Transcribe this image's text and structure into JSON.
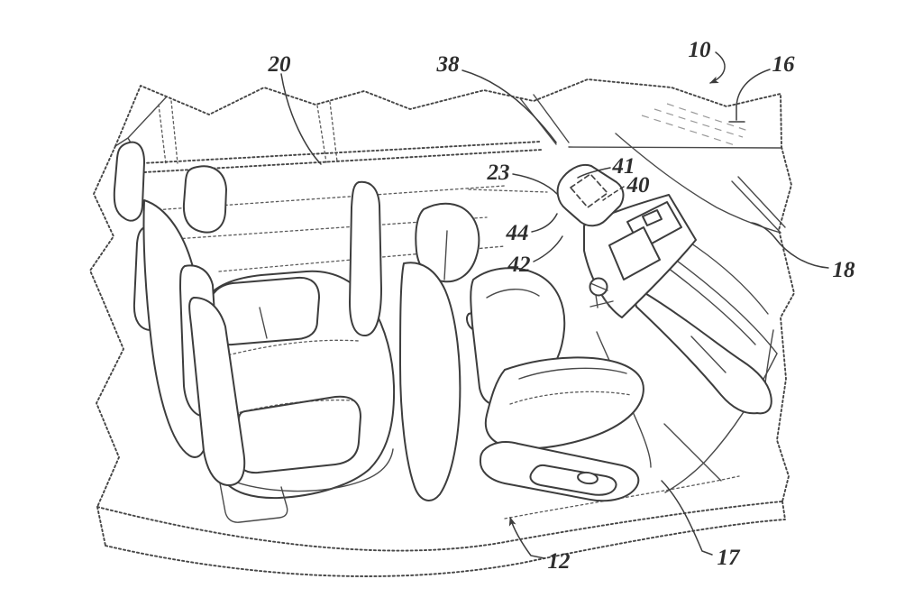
{
  "figure": {
    "kind": "patent_line_drawing",
    "background_color": "#ffffff",
    "line_color": "#3d3d3d",
    "reference_numerals": [
      "10",
      "12",
      "16",
      "17",
      "18",
      "20",
      "23",
      "38",
      "40",
      "41",
      "42",
      "44"
    ],
    "labels": [
      {
        "text": "10"
      },
      {
        "text": "16"
      },
      {
        "text": "20"
      },
      {
        "text": "38"
      },
      {
        "text": "23"
      },
      {
        "text": "41"
      },
      {
        "text": "40"
      },
      {
        "text": "44"
      },
      {
        "text": "42"
      },
      {
        "text": "18"
      },
      {
        "text": "12"
      },
      {
        "text": "17"
      }
    ]
  }
}
